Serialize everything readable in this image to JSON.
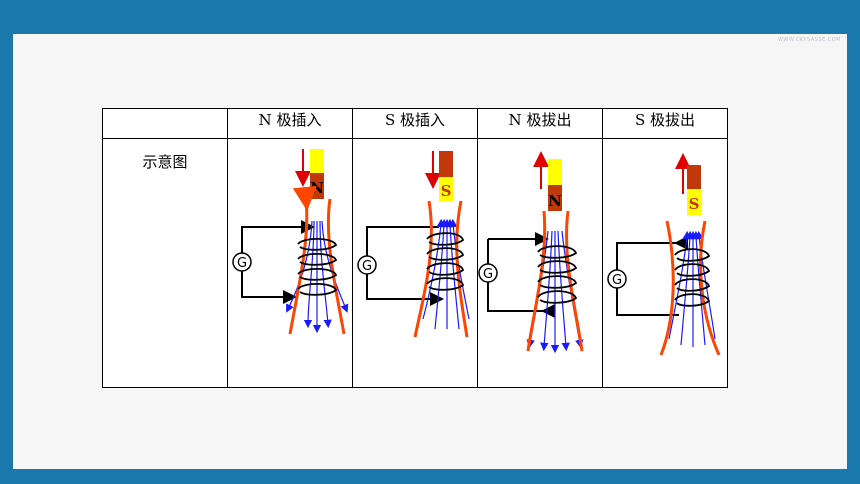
{
  "watermark": "WWW.CKYSASSE.COM",
  "table": {
    "headers": [
      "",
      "N 极插入",
      "S 极插入",
      "N 极拔出",
      "S 极拔出"
    ],
    "row_label": "示意图"
  },
  "cells": [
    {
      "magnet_label": "N",
      "magnet_motion": "down",
      "galvanometer": "G"
    },
    {
      "magnet_label": "S",
      "magnet_motion": "down",
      "galvanometer": "G"
    },
    {
      "magnet_label": "N",
      "magnet_motion": "up",
      "galvanometer": "G"
    },
    {
      "magnet_label": "S",
      "magnet_motion": "up",
      "galvanometer": "G"
    }
  ],
  "colors": {
    "frame": "#1a78ad",
    "slide": "#f6f6f6",
    "yellow": "#ffff00",
    "brown": "#c0390b",
    "field_line": "#ff4500",
    "blue_line": "#1a1aff",
    "red_arrow": "#e00000"
  }
}
